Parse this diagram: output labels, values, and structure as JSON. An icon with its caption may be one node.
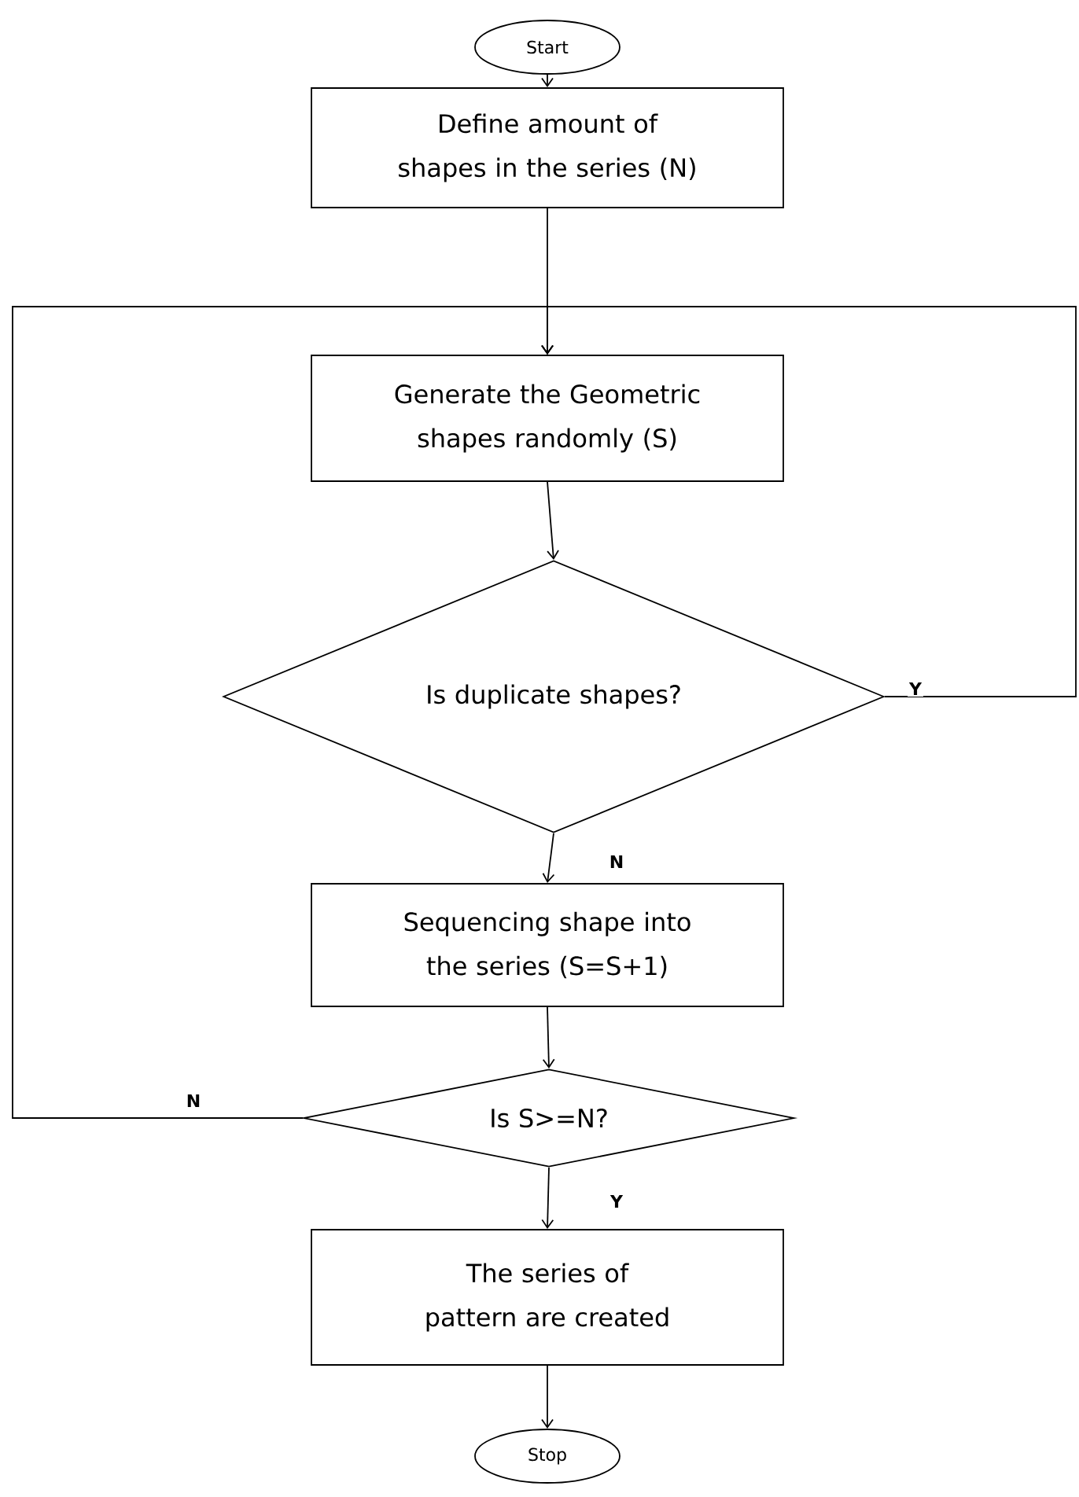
{
  "diagram": {
    "nodes": [
      {
        "text": [
          "Start"
        ]
      },
      {
        "text": [
          "Define amount of shapes in the series (N)"
        ]
      },
      {
        "text": [
          "Generate the Geometric shapes randomly (S)"
        ]
      },
      {
        "text": [
          "Is duplicate shapes?"
        ]
      },
      {
        "text": [
          "Sequencing shape into the series (S=S+1)"
        ]
      },
      {
        "text": [
          "Is S>=N?"
        ]
      },
      {
        "text": [
          "The series of pattern are created"
        ]
      },
      {
        "text": [
          "Stop"
        ]
      }
    ],
    "edges": [
      {
        "from": 0,
        "to": 1,
        "arrow": "to"
      },
      {
        "from": 1,
        "to": 2,
        "arrow": "to"
      },
      {
        "from": 2,
        "to": 3,
        "arrow": "to"
      },
      {
        "from": 3,
        "to": 4,
        "arrow": "to",
        "label": "N"
      },
      {
        "from": 4,
        "to": 5,
        "arrow": "to"
      },
      {
        "from": 5,
        "to": 6,
        "arrow": "to",
        "label": "Y"
      },
      {
        "from": 6,
        "to": 7,
        "arrow": "to"
      },
      {
        "from": 5,
        "to": 2,
        "arrow": "to",
        "label": "N"
      },
      {
        "from": 3,
        "to": 2,
        "arrow": "to",
        "label": "Y"
      }
    ]
  }
}
